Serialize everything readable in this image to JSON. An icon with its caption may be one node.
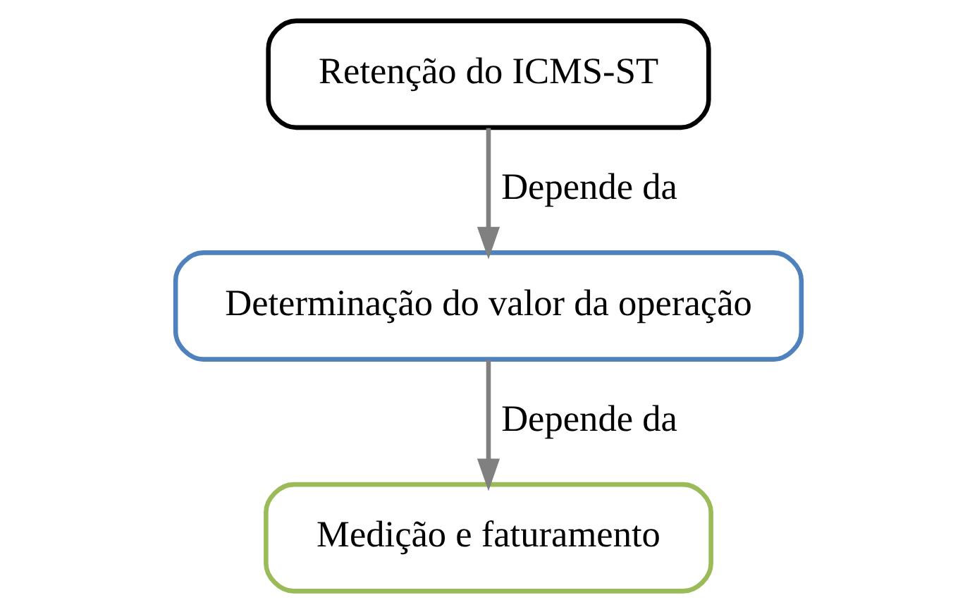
{
  "diagram": {
    "nodes": [
      {
        "text": [
          "Retenção do ICMS-ST"
        ]
      },
      {
        "text": [
          "Determinação do valor da operação"
        ]
      },
      {
        "text": [
          "Medição e faturamento"
        ]
      }
    ],
    "edges": [
      {
        "from": 0,
        "to": 1,
        "arrow": "to",
        "label": "Depende da"
      },
      {
        "from": 1,
        "to": 2,
        "arrow": "to",
        "label": "Depende da"
      }
    ]
  }
}
